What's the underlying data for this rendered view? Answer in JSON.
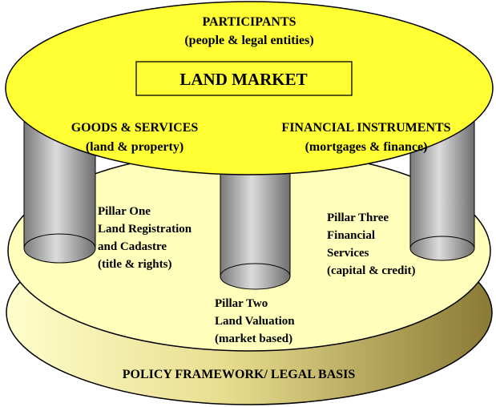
{
  "colors": {
    "top_disk": "#ffff33",
    "middle_disk": "#ffffbb",
    "base_rim_light": "#ffffcc",
    "base_rim_dark": "#8a7a34",
    "pillar_light": "#d9d9d9",
    "pillar_dark": "#7a7a7a",
    "outline": "#000000"
  },
  "participants": {
    "title": "PARTICIPANTS",
    "subtitle": "(people & legal entities)"
  },
  "land_market": "LAND MARKET",
  "goods_services": {
    "title": "GOODS & SERVICES",
    "subtitle": "(land & property)"
  },
  "financial_instruments": {
    "title": "FINANCIAL INSTRUMENTS",
    "subtitle": "(mortgages & finance)"
  },
  "pillars": [
    {
      "lines": [
        "Pillar One",
        "Land Registration",
        "and Cadastre",
        "(title & rights)"
      ]
    },
    {
      "lines": [
        "Pillar Two",
        "Land Valuation",
        "(market based)"
      ]
    },
    {
      "lines": [
        "Pillar Three",
        "Financial",
        "Services",
        "(capital & credit)"
      ]
    }
  ],
  "policy": "POLICY FRAMEWORK/ LEGAL BASIS"
}
